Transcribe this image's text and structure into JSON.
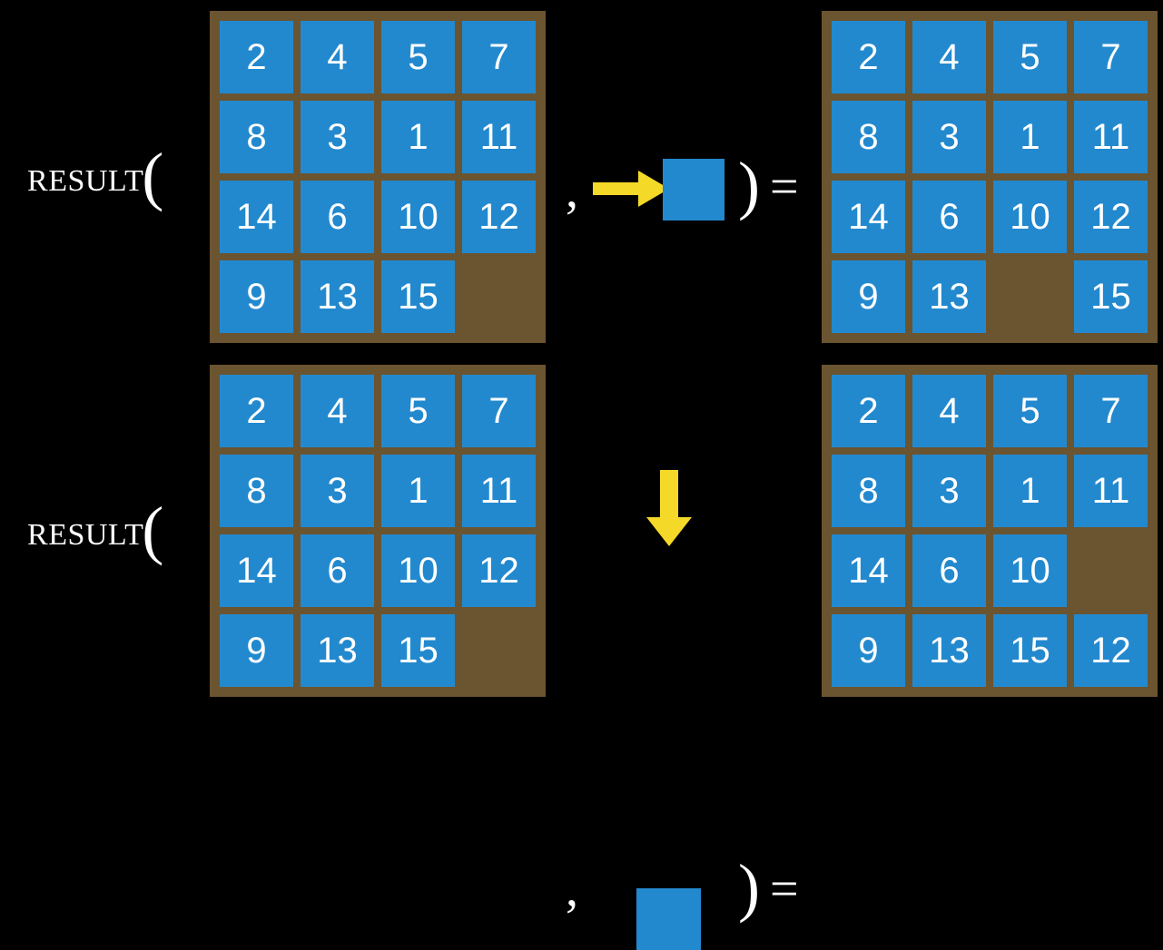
{
  "colors": {
    "background": "#000000",
    "tile": "#2389ce",
    "board_frame": "#6b5430",
    "tile_text": "#ffffff",
    "arrow": "#f5d928",
    "label_text": "#ffffff"
  },
  "rows": [
    {
      "id": "row-top",
      "label": {
        "word": "Result",
        "paren": "("
      },
      "left_board": {
        "name": "input-board",
        "columns": 4,
        "rows": 4,
        "cells": [
          "2",
          "4",
          "5",
          "7",
          "8",
          "3",
          "1",
          "11",
          "14",
          "6",
          "10",
          "12",
          "9",
          "13",
          "15",
          ""
        ]
      },
      "operand": {
        "comma": ",",
        "arrow_icon": "arrow-right-icon",
        "arrow_direction": "right",
        "tile_label": "",
        "close_paren": ")",
        "equals": "="
      },
      "right_board": {
        "name": "output-board",
        "columns": 4,
        "rows": 4,
        "cells": [
          "2",
          "4",
          "5",
          "7",
          "8",
          "3",
          "1",
          "11",
          "14",
          "6",
          "10",
          "12",
          "9",
          "13",
          "",
          "15"
        ]
      }
    },
    {
      "id": "row-bottom",
      "label": {
        "word": "Result",
        "paren": "("
      },
      "left_board": {
        "name": "input-board",
        "columns": 4,
        "rows": 4,
        "cells": [
          "2",
          "4",
          "5",
          "7",
          "8",
          "3",
          "1",
          "11",
          "14",
          "6",
          "10",
          "12",
          "9",
          "13",
          "15",
          ""
        ]
      },
      "operand": {
        "comma": ",",
        "arrow_icon": "arrow-down-icon",
        "arrow_direction": "down",
        "tile_label": "",
        "close_paren": ")",
        "equals": "="
      },
      "right_board": {
        "name": "output-board",
        "columns": 4,
        "rows": 4,
        "cells": [
          "2",
          "4",
          "5",
          "7",
          "8",
          "3",
          "1",
          "11",
          "14",
          "6",
          "10",
          "",
          "9",
          "13",
          "15",
          "12"
        ]
      }
    }
  ]
}
